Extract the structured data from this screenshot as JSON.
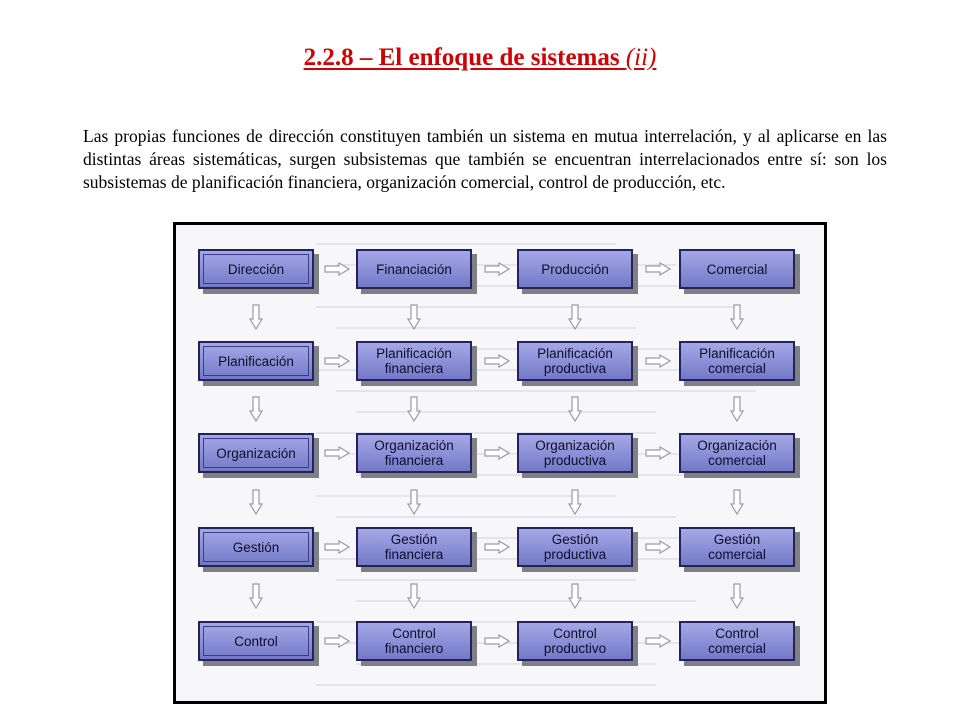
{
  "title": {
    "main": "2.2.8 – El enfoque de sistemas",
    "sub": "(ii)"
  },
  "paragraph": "Las propias funciones de dirección constituyen también un sistema en mutua interrelación, y al aplicarse en las distintas áreas sistemáticas, surgen subsistemas que también se encuentran interrelacionados entre sí: son los subsistemas de planificación financiera, organización comercial, control de producción, etc.",
  "diagram": {
    "rows": [
      [
        "Dirección",
        "Financiación",
        "Producción",
        "Comercial"
      ],
      [
        "Planificación",
        "Planificación\nfinanciera",
        "Planificación\nproductiva",
        "Planificación\ncomercial"
      ],
      [
        "Organización",
        "Organización\nfinanciera",
        "Organización\nproductiva",
        "Organización\ncomercial"
      ],
      [
        "Gestión",
        "Gestión\nfinanciera",
        "Gestión\nproductiva",
        "Gestión\ncomercial"
      ],
      [
        "Control",
        "Control\nfinanciero",
        "Control\nproductivo",
        "Control\ncomercial"
      ]
    ],
    "colors": {
      "box_top": "#a5a8e6",
      "box_bottom": "#7479c8",
      "border": "#232358",
      "arrow_fill": "#ffffff",
      "arrow_stroke": "#9a9aa8"
    }
  }
}
